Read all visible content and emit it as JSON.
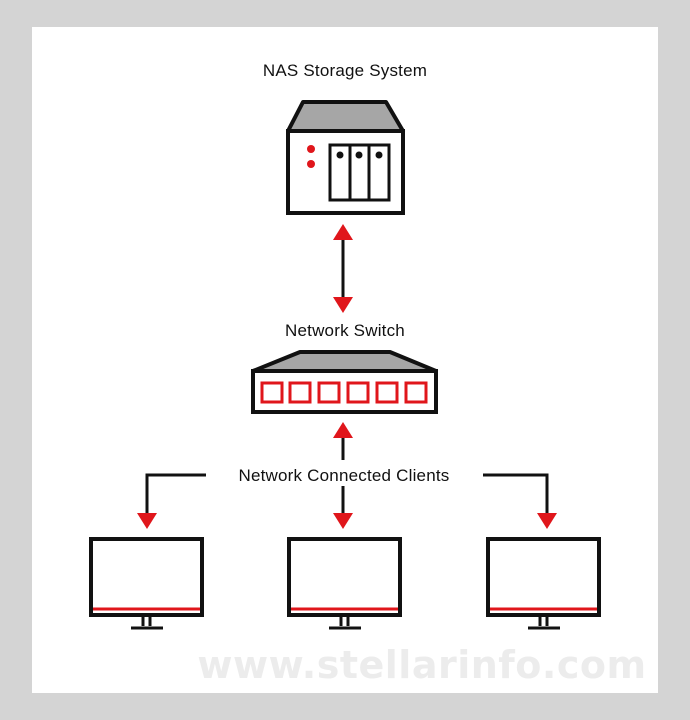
{
  "labels": {
    "nas": "NAS Storage System",
    "switch": "Network Switch",
    "clients": "Network Connected Clients"
  },
  "watermark": "www.stellarinfo.com",
  "colors": {
    "background": "#d4d4d4",
    "panel": "#ffffff",
    "outline": "#111111",
    "accent": "#e0161b",
    "roof": "#a6a6a6",
    "watermark": "#ececec"
  },
  "icons": [
    "nas-icon",
    "network-switch-icon",
    "monitor-icon"
  ]
}
